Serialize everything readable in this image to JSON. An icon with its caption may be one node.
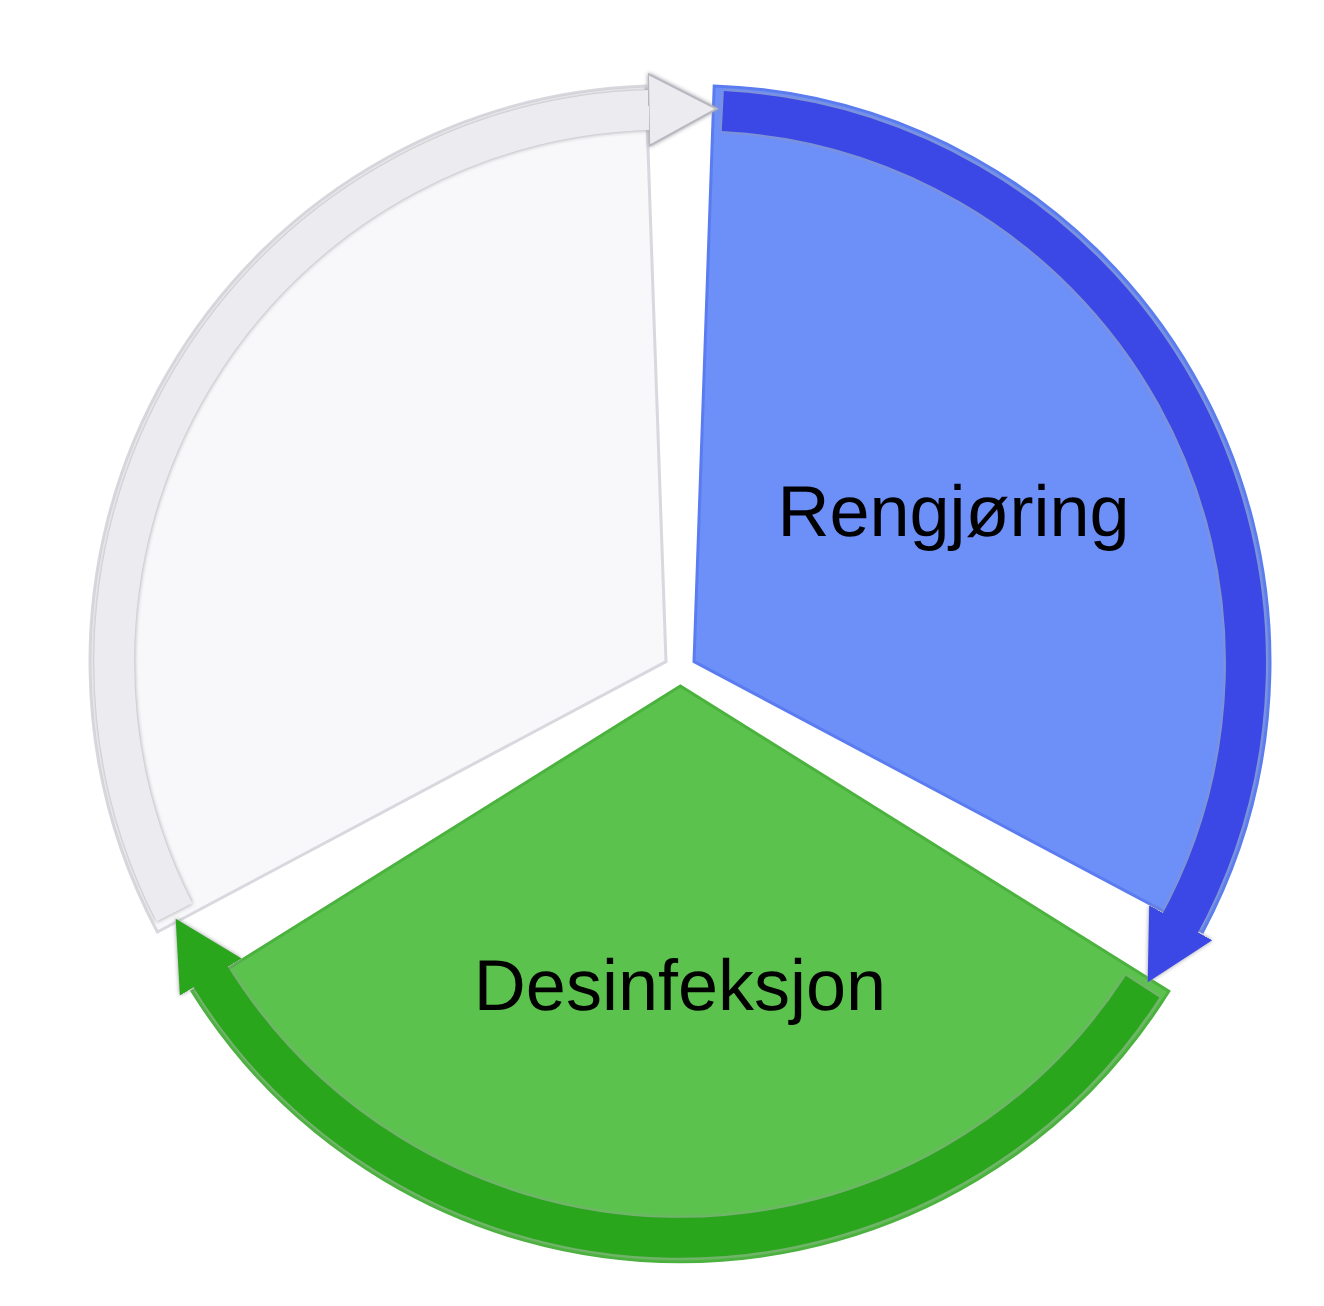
{
  "diagram": {
    "nodes": [
      {
        "text": [
          "Rengjøring"
        ]
      },
      {
        "text": [
          "Desinfeksjon"
        ]
      },
      {
        "text": [],
        "shape": "sector"
      }
    ],
    "edges": [
      {
        "from": 0,
        "to": 1,
        "arrow": "to",
        "color": "#3b48e6"
      },
      {
        "from": 1,
        "to": 2,
        "arrow": "to",
        "color": "#2aa61c"
      },
      {
        "from": 2,
        "to": 0,
        "arrow": "to",
        "color": "#ececf0"
      }
    ]
  }
}
